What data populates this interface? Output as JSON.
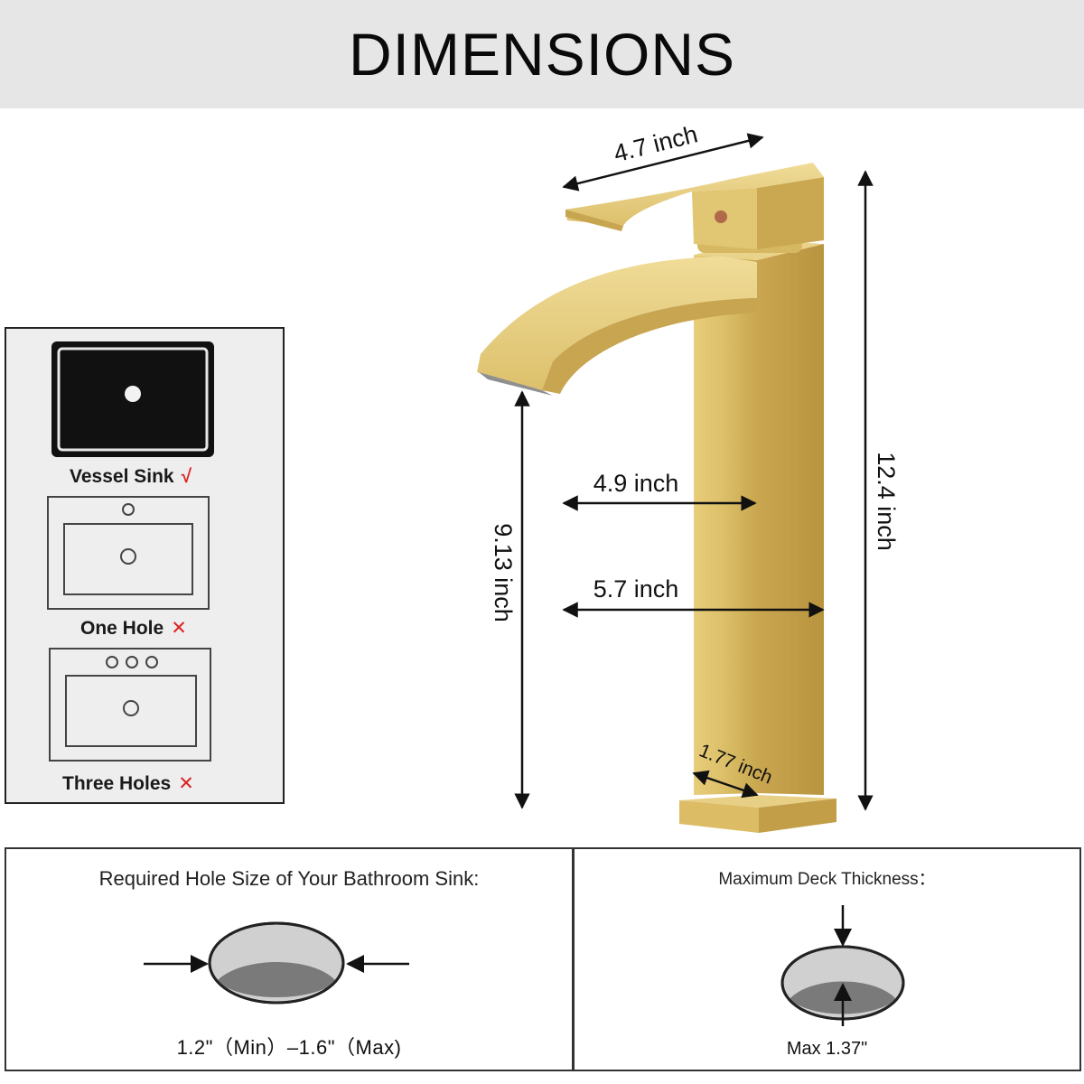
{
  "header": {
    "title": "DIMENSIONS"
  },
  "dimensions": {
    "handle_length": "4.7 inch",
    "total_height": "12.4 inch",
    "spout_height": "9.13 inch",
    "spout_reach": "4.9 inch",
    "spout_total_reach": "5.7 inch",
    "base_width": "1.77 inch"
  },
  "sinks": [
    {
      "label": "Vessel Sink",
      "mark": "√",
      "compatible": true
    },
    {
      "label": "One Hole",
      "mark": "✕",
      "compatible": false
    },
    {
      "label": "Three Holes",
      "mark": "✕",
      "compatible": false
    }
  ],
  "hole_size": {
    "title": "Required Hole Size of Your Bathroom Sink:",
    "value": "1.2\"（Min）–1.6\"（Max)"
  },
  "deck": {
    "title": "Maximum Deck Thickness：",
    "value": "Max 1.37\""
  },
  "colors": {
    "header_bg": "#e6e6e6",
    "gold": "#d9b95a",
    "check_red": "#dd2222"
  }
}
